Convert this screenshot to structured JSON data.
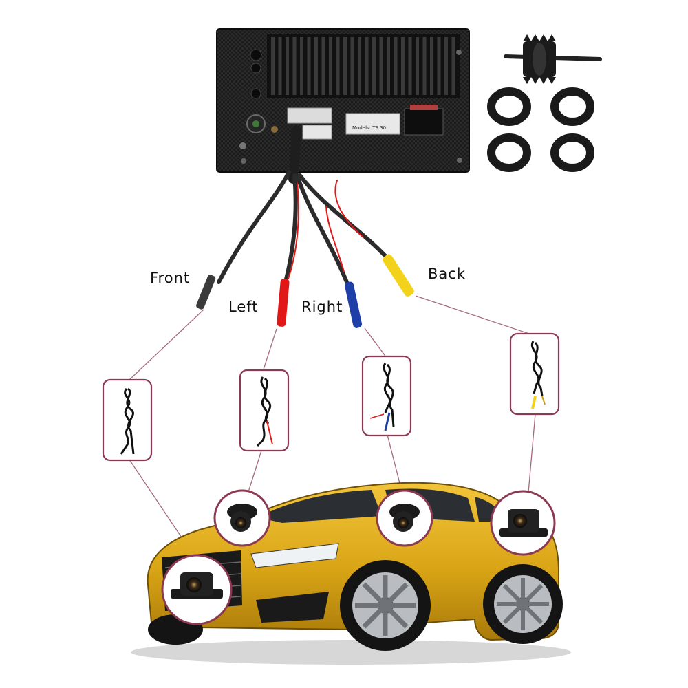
{
  "labels": {
    "front": "Front",
    "left": "Left",
    "right": "Right",
    "back": "Back"
  },
  "head_unit": {
    "model_tag": "Models: TS 30"
  },
  "colors": {
    "connector_front": "#3a3a3a",
    "connector_left": "#e01818",
    "connector_right": "#1f3fa8",
    "connector_back": "#f3d21b",
    "callout_border": "#8b3a52",
    "car_body": "#d9a516",
    "head_unit": "#1b1b1b"
  },
  "icons": [
    "head-unit-icon",
    "hole-saw-icon",
    "grommet-icon",
    "cable-coil-icon",
    "camera-icon",
    "car-icon"
  ]
}
